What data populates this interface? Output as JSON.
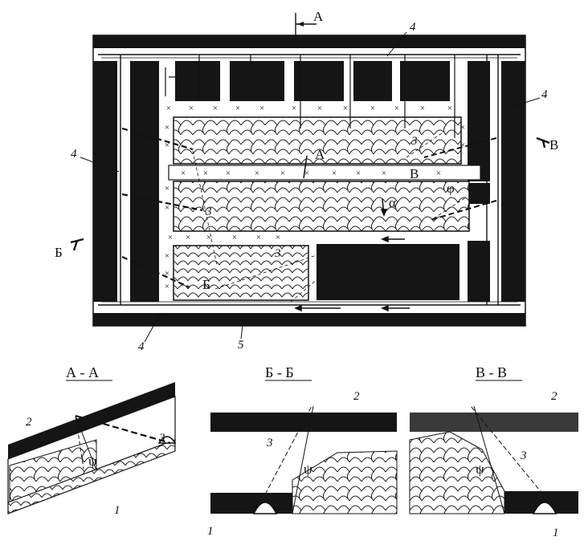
{
  "plan": {
    "section_marks": {
      "a": "А",
      "b": "Б",
      "v": "В"
    },
    "inner_marks": {
      "a": "А",
      "b": "Б",
      "v": "В"
    },
    "numbers": {
      "n3": "3",
      "n4": "4",
      "n5": "5"
    },
    "angles": {
      "alpha": "α",
      "phi": "φ"
    }
  },
  "sections": [
    {
      "title": "А - А",
      "labels": {
        "l1": "1",
        "l2": "2",
        "l3": "3"
      },
      "angle": "ψ"
    },
    {
      "title": "Б - Б",
      "labels": {
        "l1": "1",
        "l2": "2",
        "l3": "3"
      },
      "angle": "ψ"
    },
    {
      "title": "В - В",
      "labels": {
        "l1": "1",
        "l2": "2",
        "l3": "3"
      },
      "angle": "ψ"
    }
  ]
}
